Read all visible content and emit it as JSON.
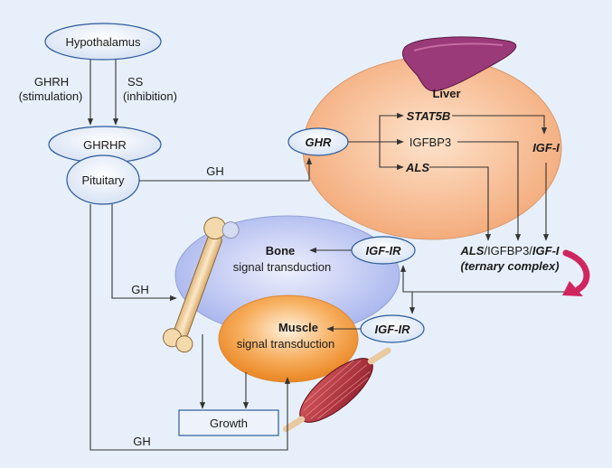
{
  "nodes": {
    "hypothalamus": "Hypothalamus",
    "ghrhr": "GHRHR",
    "pituitary": "Pituitary",
    "ghr": "GHR",
    "liver": "Liver",
    "stat5b": "STAT5B",
    "igfbp3": "IGFBP3",
    "als": "ALS",
    "igf1": "IGF-I",
    "igfir_bone": "IGF-IR",
    "igfir_muscle": "IGF-IR",
    "bone_title": "Bone",
    "bone_sub": "signal transduction",
    "muscle_title": "Muscle",
    "muscle_sub": "signal transduction",
    "growth": "Growth"
  },
  "ternary": {
    "als": "ALS",
    "sep1": "/IGFBP3/",
    "igf": "IGF-I",
    "caption": "(ternary complex)"
  },
  "edges": {
    "ghrh_1": "GHRH",
    "ghrh_2": "(stimulation)",
    "ss_1": "SS",
    "ss_2": "(inhibition)",
    "gh_liver": "GH",
    "gh_bone": "GH",
    "gh_muscle": "GH"
  },
  "colors": {
    "background": "#e7f0fa",
    "liver_fill": "#f6b98e",
    "bone_fill": "#b9c3f0",
    "muscle_fill": "#f29a3c",
    "liver_organ": "#9b3a78",
    "muscle_organ": "#b8323a",
    "rotate_arrow": "#d0265f"
  }
}
